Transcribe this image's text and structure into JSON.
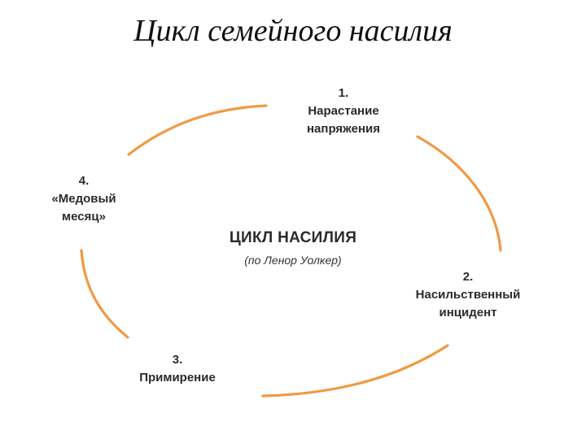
{
  "title": "Цикл семейного насилия",
  "center": {
    "title": "ЦИКЛ НАСИЛИЯ",
    "subtitle": "(по Ленор Уолкер)"
  },
  "stages": [
    {
      "num": "1.",
      "lines": [
        "Нарастание",
        "напряжения"
      ]
    },
    {
      "num": "2.",
      "lines": [
        "Насильственный",
        "инцидент"
      ]
    },
    {
      "num": "3.",
      "lines": [
        "Примирение"
      ]
    },
    {
      "num": "4.",
      "lines": [
        "«Медовый",
        "месяц»"
      ]
    }
  ],
  "colors": {
    "arc": "#ef9a45",
    "text": "#2b2b2b"
  }
}
